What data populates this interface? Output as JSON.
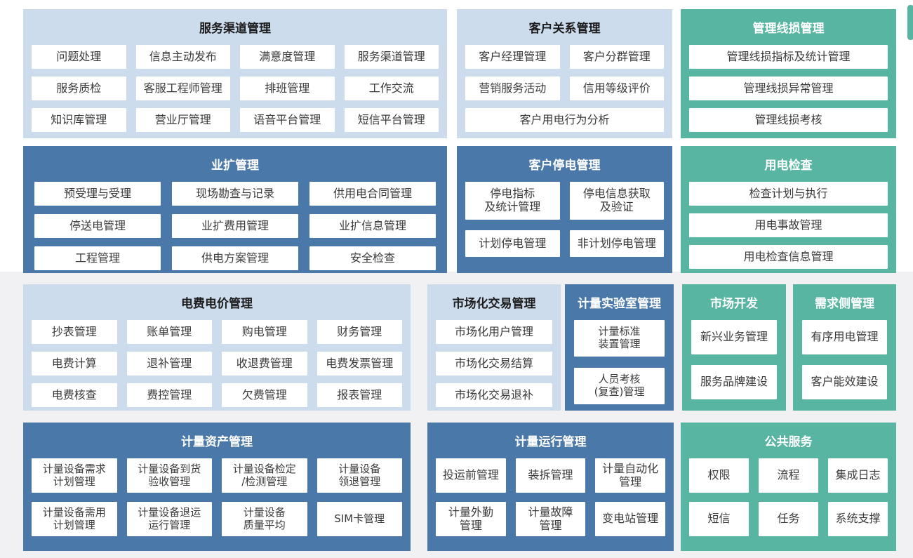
{
  "colors": {
    "light_blue_block": "#ccdcec",
    "dark_blue_block": "#4a79a9",
    "teal_block": "#58b5a2",
    "lower_background": "#f1f1f3",
    "button_background": "#ffffff",
    "button_text": "#3a3a3a",
    "title_on_light": "#1c1c1c",
    "title_on_colored": "#ffffff"
  },
  "blocks": [
    {
      "id": "service-channel",
      "theme": "light",
      "cols": 4,
      "title": "服务渠道管理",
      "items": [
        {
          "label": "问题处理"
        },
        {
          "label": "信息主动发布"
        },
        {
          "label": "满意度管理"
        },
        {
          "label": "服务渠道管理"
        },
        {
          "label": "服务质检"
        },
        {
          "label": "客服工程师管理"
        },
        {
          "label": "排班管理"
        },
        {
          "label": "工作交流"
        },
        {
          "label": "知识库管理"
        },
        {
          "label": "营业厅管理"
        },
        {
          "label": "语音平台管理"
        },
        {
          "label": "短信平台管理"
        }
      ]
    },
    {
      "id": "customer-relation",
      "theme": "light",
      "cols": 2,
      "title": "客户关系管理",
      "items": [
        {
          "label": "客户经理管理"
        },
        {
          "label": "客户分群管理"
        },
        {
          "label": "营销服务活动"
        },
        {
          "label": "信用等级评价"
        },
        {
          "label": "客户用电行为分析",
          "span": 2
        }
      ]
    },
    {
      "id": "line-loss",
      "theme": "teal",
      "cols": 1,
      "title": "管理线损管理",
      "items": [
        {
          "label": "管理线损指标及统计管理"
        },
        {
          "label": "管理线损异常管理"
        },
        {
          "label": "管理线损考核"
        }
      ]
    },
    {
      "id": "business-expansion",
      "theme": "dark",
      "cols": 3,
      "title": "业扩管理",
      "items": [
        {
          "label": "预受理与受理"
        },
        {
          "label": "现场勘查与记录"
        },
        {
          "label": "供用电合同管理"
        },
        {
          "label": "停送电管理"
        },
        {
          "label": "业扩费用管理"
        },
        {
          "label": "业扩信息管理"
        },
        {
          "label": "工程管理"
        },
        {
          "label": "供电方案管理"
        },
        {
          "label": "安全检查"
        }
      ]
    },
    {
      "id": "customer-outage",
      "theme": "dark",
      "cols": 2,
      "title": "客户停电管理",
      "items": [
        {
          "label": "停电指标\n及统计管理"
        },
        {
          "label": "停电信息获取\n及验证"
        },
        {
          "label": "计划停电管理"
        },
        {
          "label": "非计划停电管理"
        }
      ]
    },
    {
      "id": "power-check",
      "theme": "teal",
      "cols": 1,
      "title": "用电检查",
      "items": [
        {
          "label": "检查计划与执行"
        },
        {
          "label": "用电事故管理"
        },
        {
          "label": "用电检查信息管理"
        }
      ]
    },
    {
      "id": "fee-price",
      "theme": "light",
      "cols": 4,
      "title": "电费电价管理",
      "items": [
        {
          "label": "抄表管理"
        },
        {
          "label": "账单管理"
        },
        {
          "label": "购电管理"
        },
        {
          "label": "财务管理"
        },
        {
          "label": "电费计算"
        },
        {
          "label": "退补管理"
        },
        {
          "label": "收退费管理"
        },
        {
          "label": "电费发票管理"
        },
        {
          "label": "电费核查"
        },
        {
          "label": "费控管理"
        },
        {
          "label": "欠费管理"
        },
        {
          "label": "报表管理"
        }
      ]
    },
    {
      "id": "market-trade",
      "theme": "light",
      "cols": 1,
      "title": "市场化交易管理",
      "items": [
        {
          "label": "市场化用户管理"
        },
        {
          "label": "市场化交易结算"
        },
        {
          "label": "市场化交易退补"
        }
      ]
    },
    {
      "id": "metering-lab",
      "theme": "dark",
      "cols": 1,
      "title": "计量实验室管理",
      "items": [
        {
          "label": "计量标准\n装置管理"
        },
        {
          "label": "人员考核\n(复查)管理"
        }
      ]
    },
    {
      "id": "market-dev",
      "theme": "teal",
      "cols": 1,
      "title": "市场开发",
      "items": [
        {
          "label": "新兴业务管理"
        },
        {
          "label": "服务品牌建设"
        }
      ]
    },
    {
      "id": "demand-side",
      "theme": "teal",
      "cols": 1,
      "title": "需求侧管理",
      "items": [
        {
          "label": "有序用电管理"
        },
        {
          "label": "客户能效建设"
        }
      ]
    },
    {
      "id": "metering-asset",
      "theme": "dark",
      "cols": 4,
      "title": "计量资产管理",
      "items": [
        {
          "label": "计量设备需求\n计划管理"
        },
        {
          "label": "计量设备到货\n验收管理"
        },
        {
          "label": "计量设备检定\n/检测管理"
        },
        {
          "label": "计量设备\n领退管理"
        },
        {
          "label": "计量设备需用\n计划管理"
        },
        {
          "label": "计量设备退运\n运行管理"
        },
        {
          "label": "计量设备\n质量平均"
        },
        {
          "label": "SIM卡管理"
        }
      ]
    },
    {
      "id": "metering-operation",
      "theme": "dark",
      "cols": 3,
      "title": "计量运行管理",
      "items": [
        {
          "label": "投运前管理"
        },
        {
          "label": "装拆管理"
        },
        {
          "label": "计量自动化\n管理"
        },
        {
          "label": "计量外勤\n管理"
        },
        {
          "label": "计量故障\n管理"
        },
        {
          "label": "变电站管理"
        }
      ]
    },
    {
      "id": "public-service",
      "theme": "teal",
      "cols": 3,
      "title": "公共服务",
      "items": [
        {
          "label": "权限"
        },
        {
          "label": "流程"
        },
        {
          "label": "集成日志"
        },
        {
          "label": "短信"
        },
        {
          "label": "任务"
        },
        {
          "label": "系统支撑"
        }
      ]
    }
  ]
}
